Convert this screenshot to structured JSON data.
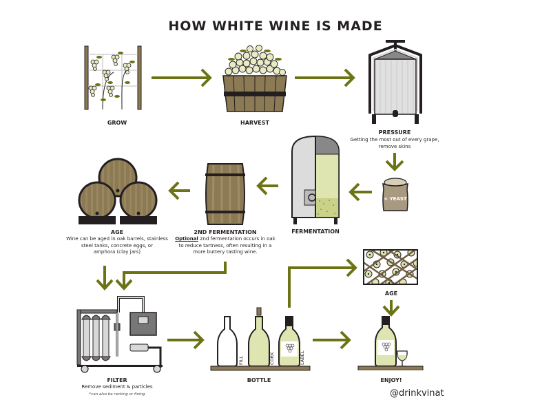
{
  "title": "HOW WHITE WINE IS MADE",
  "colors": {
    "arrow": "#6b7315",
    "wood": "#8c7a55",
    "wood_dark": "#231f20",
    "grape": "#e8ebc4",
    "wine": "#dfe5b0",
    "steel": "#d8d8d8",
    "sack": "#a89a80"
  },
  "steps": {
    "grow": {
      "label": "GROW",
      "icon": "grape-trellis-icon"
    },
    "harvest": {
      "label": "HARVEST",
      "icon": "grape-basket-icon"
    },
    "pressure": {
      "label": "PRESSURE",
      "desc_line1": "Getting the most out of every grape,",
      "desc_line2": "remove skins",
      "icon": "wine-press-icon"
    },
    "yeast": {
      "label": "+ YEAST",
      "icon": "yeast-sack-icon"
    },
    "fermentation": {
      "label": "FERMENTATION",
      "icon": "fermentation-tank-icon"
    },
    "second_fermentation": {
      "label": "2ND FERMENTATION",
      "optional": "Optional",
      "desc_line1": " 2nd fermentation occurs in oak",
      "desc_line2": "to reduce tartness, often resulting in a",
      "desc_line3": "more buttery tasting wine.",
      "icon": "oak-barrel-icon"
    },
    "age_barrels": {
      "label": "AGE",
      "desc_line1": "Wine can be aged in oak barrels, stainless",
      "desc_line2": "steel tanks, concrete eggs, or",
      "desc_line3": "amphora (clay jars)",
      "icon": "stacked-barrels-icon"
    },
    "filter": {
      "label": "FILTER",
      "desc": "Remove sediment & particles",
      "note": "*can also be racking or fining",
      "icon": "filter-machine-icon"
    },
    "bottle": {
      "label": "BOTTLE",
      "sub_labels": [
        "FILL",
        "CORK",
        "LABEL"
      ],
      "icon": "bottles-icon"
    },
    "age_bottles": {
      "label": "AGE",
      "icon": "bottle-rack-icon"
    },
    "enjoy": {
      "label": "ENJOY!",
      "icon": "bottle-and-glass-icon"
    }
  },
  "handle": "@drinkvinat"
}
